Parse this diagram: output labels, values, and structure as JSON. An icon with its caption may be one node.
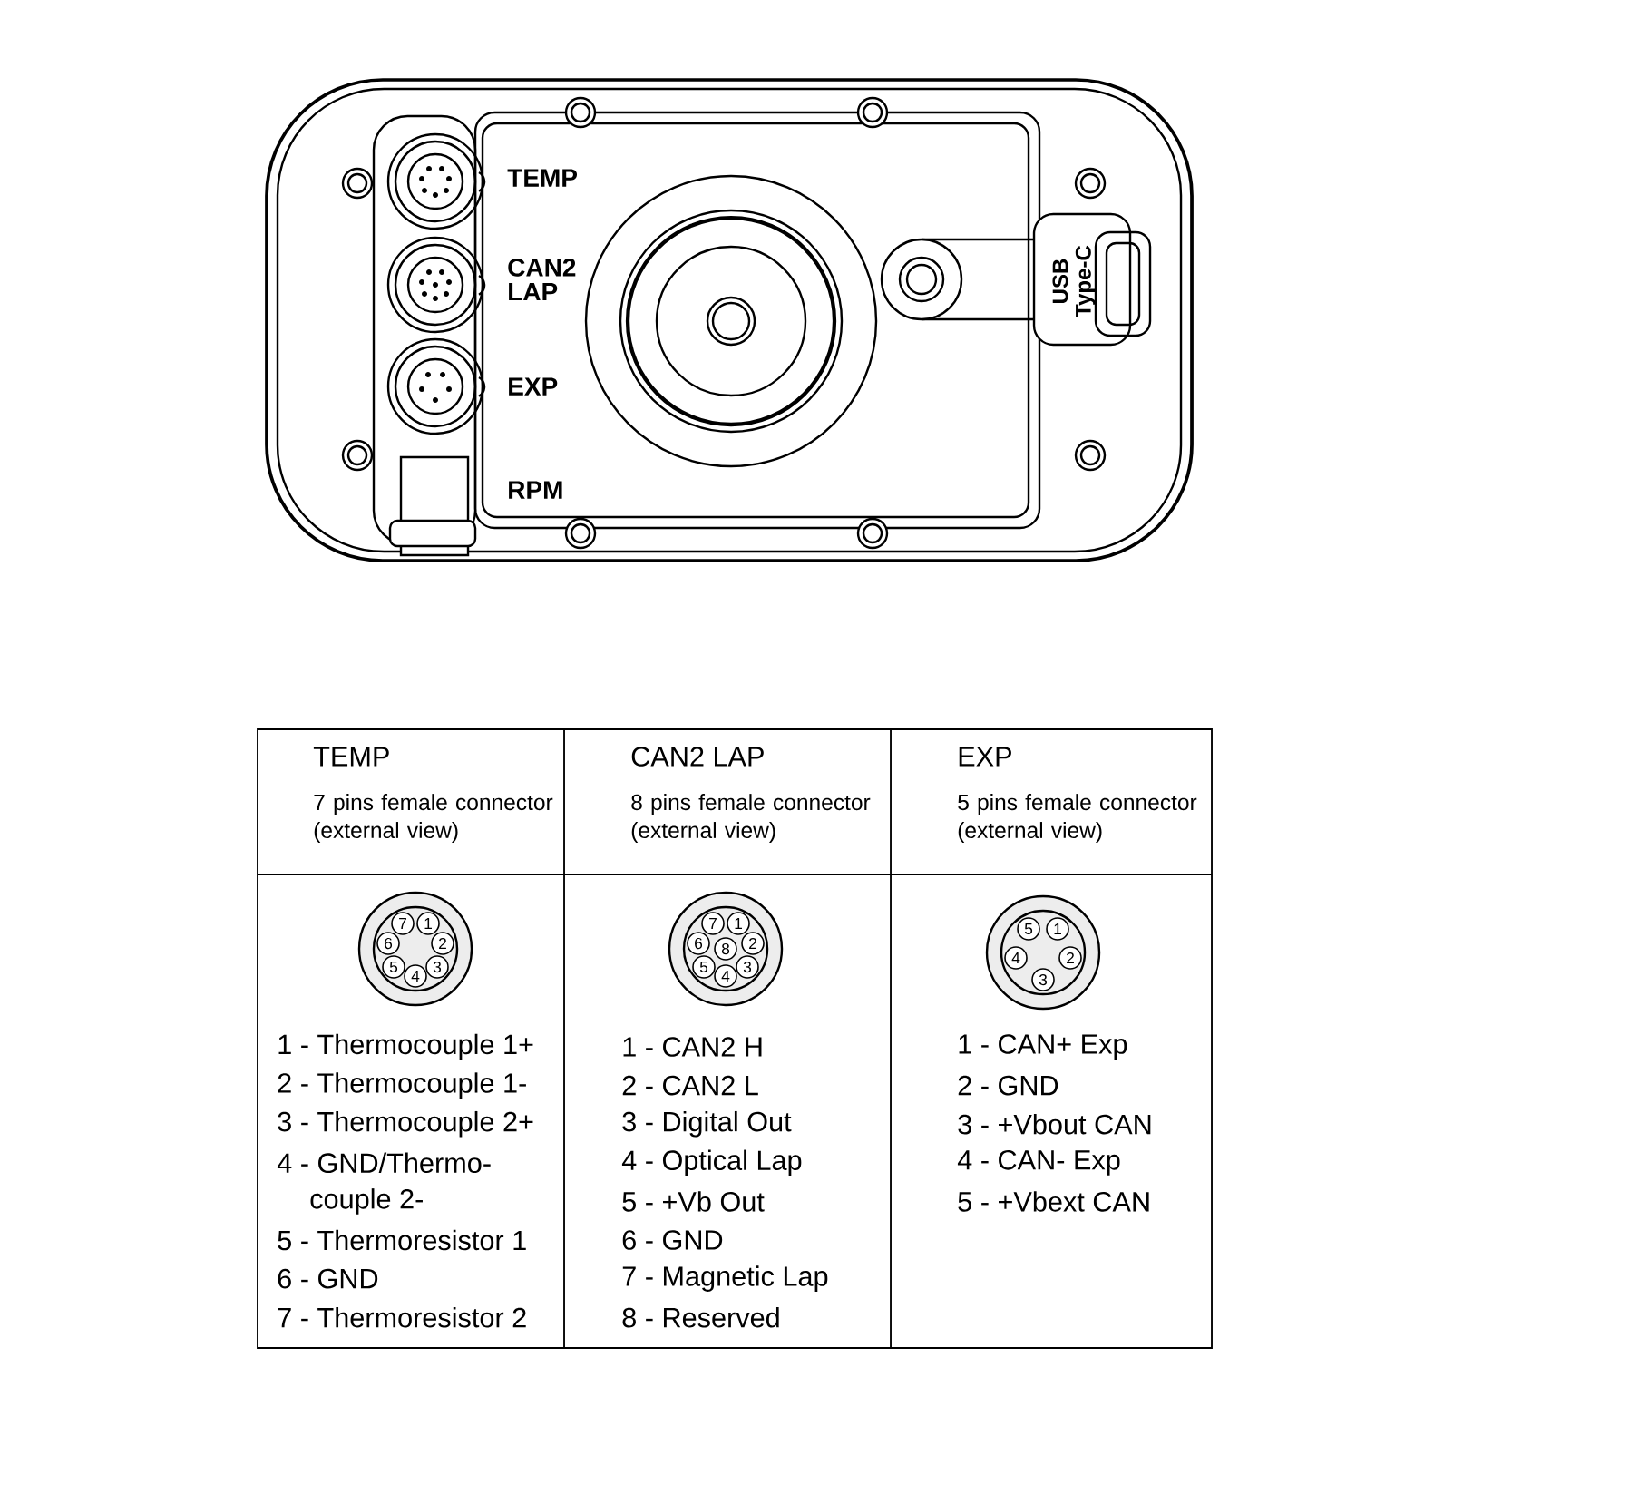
{
  "diagram": {
    "labels": [
      "TEMP",
      "CAN2 LAP",
      "EXP",
      "RPM",
      "USB Type-C",
      "TEMP",
      "7 pins female connector (external view)",
      "CAN2 LAP",
      "8 pins female connector (external view)",
      "EXP",
      "5 pins female connector (external view)",
      "1",
      "2",
      "3",
      "4",
      "5",
      "6",
      "7",
      "1",
      "2",
      "3",
      "4",
      "5",
      "6",
      "7",
      "8",
      "1",
      "2",
      "3",
      "4",
      "5",
      "1 - Thermocouple 1+",
      "2 - Thermocouple 1-",
      "3 - Thermocouple 2+",
      "4 - GND/Thermo-",
      "couple 2-",
      "5 - Thermoresistor 1",
      "6 - GND",
      "7 - Thermoresistor 2",
      "1 - CAN2 H",
      "2 - CAN2 L",
      "3 - Digital Out",
      "4 - Optical Lap",
      "5 - +Vb Out",
      "6 - GND",
      "7 - Magnetic Lap",
      "8 - Reserved",
      "1 - CAN+ Exp",
      "2 - GND",
      "3 - +Vbout CAN",
      "4 - CAN- Exp",
      "5 - +Vbext CAN"
    ]
  }
}
